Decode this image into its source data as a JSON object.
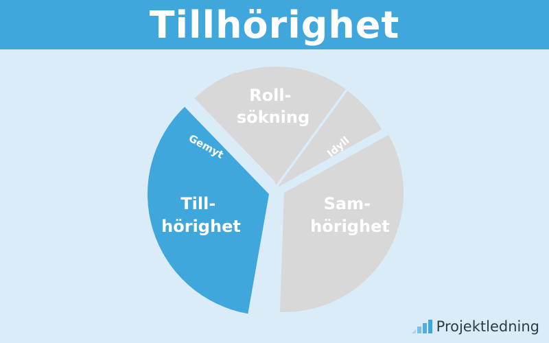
{
  "header": {
    "title": "Tillhörighet"
  },
  "colors": {
    "header_bg": "#3fa7db",
    "background": "#d9ecf8",
    "segment_default": "#d8d8d8",
    "segment_highlight": "#3fa7db",
    "label": "#ffffff"
  },
  "diagram": {
    "segments": [
      {
        "id": "tillhorighet",
        "lines": [
          "Till-",
          "hörighet"
        ],
        "highlight": true
      },
      {
        "id": "gemyt",
        "lines": [
          "Gemyt"
        ],
        "highlight": false
      },
      {
        "id": "rollsokning",
        "lines": [
          "Roll-",
          "sökning"
        ],
        "highlight": false
      },
      {
        "id": "idyll",
        "lines": [
          "Idyll"
        ],
        "highlight": false
      },
      {
        "id": "samhorighet",
        "lines": [
          "Sam-",
          "hörighet"
        ],
        "highlight": false
      }
    ]
  },
  "logo": {
    "text": "Projektledning",
    "icon": "bar-chart-icon"
  }
}
